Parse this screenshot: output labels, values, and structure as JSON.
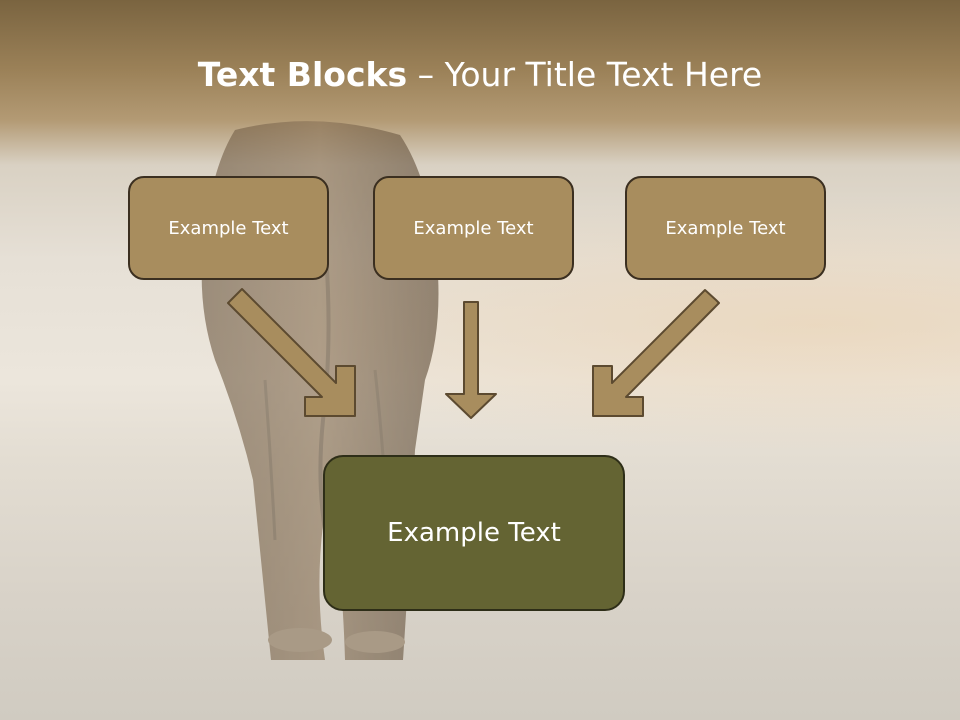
{
  "slide": {
    "title_bold": "Text Blocks",
    "title_dash": "–",
    "title_rest": "Your Title Text Here"
  },
  "blocks": [
    {
      "label": "Example Text"
    },
    {
      "label": "Example Text"
    },
    {
      "label": "Example Text"
    }
  ],
  "target_block": {
    "label": "Example Text"
  },
  "colors": {
    "block_fill": "#a88d5e",
    "target_fill": "#646433",
    "arrow_fill": "#a88d5e",
    "arrow_stroke": "#5c4a30"
  },
  "icons": [
    "elephant-photo",
    "arrow-down-right-icon",
    "arrow-down-icon",
    "arrow-down-left-icon"
  ]
}
